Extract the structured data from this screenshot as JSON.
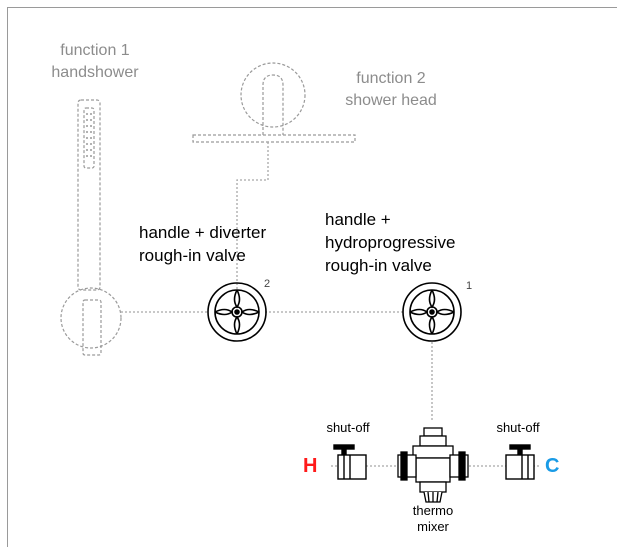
{
  "function1": {
    "line1": "function 1",
    "line2": "handshower"
  },
  "function2": {
    "line1": "function 2",
    "line2": "shower head"
  },
  "valve2": {
    "line1": "handle + diverter",
    "line2": "rough-in valve",
    "number": "2"
  },
  "valve1": {
    "line1": "handle +",
    "line2": "hydroprogressive",
    "line3": "rough-in valve",
    "number": "1"
  },
  "shutoff_left": {
    "label": "shut-off"
  },
  "shutoff_right": {
    "label": "shut-off"
  },
  "mixer": {
    "line1": "thermo",
    "line2": "mixer"
  },
  "hot": {
    "label": "H",
    "color": "#ff1a1a"
  },
  "cold": {
    "label": "C",
    "color": "#1a9be6"
  },
  "colors": {
    "dotted": "#a8a8a8",
    "grey_text": "#8c8c8c",
    "frame": "#9a9a9a"
  }
}
